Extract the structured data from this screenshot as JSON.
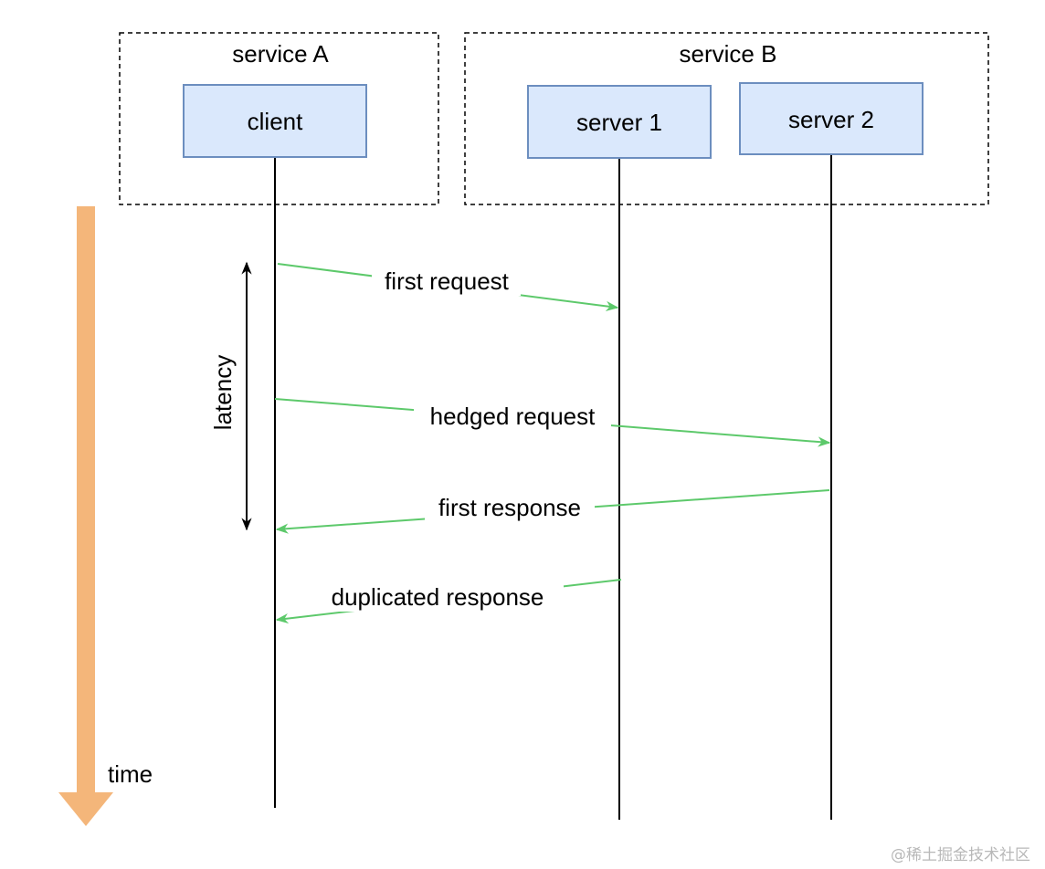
{
  "colors": {
    "group_border": "#000000",
    "node_fill": "#dae8fc",
    "node_border": "#6c8ebf",
    "lifeline": "#000000",
    "message": "#5dc96b",
    "time_arrow": "#f4b67a",
    "latency_arrow": "#000000"
  },
  "groups": [
    {
      "id": "service-a",
      "label": "service A"
    },
    {
      "id": "service-b",
      "label": "service B"
    }
  ],
  "nodes": [
    {
      "id": "client",
      "label": "client"
    },
    {
      "id": "server-1",
      "label": "server 1"
    },
    {
      "id": "server-2",
      "label": "server 2"
    }
  ],
  "messages": [
    {
      "id": "first-request",
      "label": "first request",
      "from": "client",
      "to": "server 1"
    },
    {
      "id": "hedged-request",
      "label": "hedged request",
      "from": "client",
      "to": "server 2"
    },
    {
      "id": "first-response",
      "label": "first response",
      "from": "server 2",
      "to": "client"
    },
    {
      "id": "duplicated-response",
      "label": "duplicated response",
      "from": "server 1",
      "to": "client"
    }
  ],
  "latency_label": "latency",
  "time_label": "time",
  "watermark": "@稀土掘金技术社区"
}
